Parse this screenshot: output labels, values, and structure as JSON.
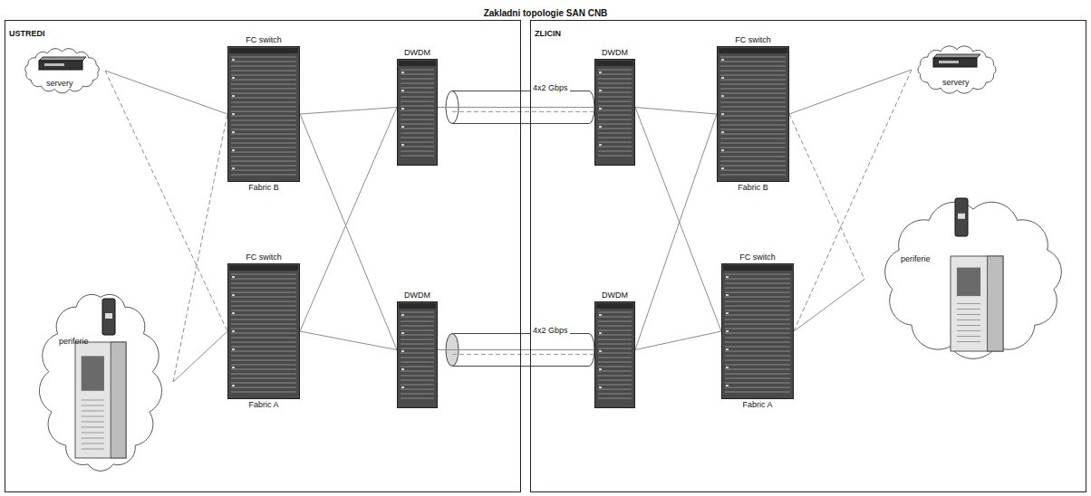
{
  "diagram": {
    "title": "Zakladni topologie SAN CNB",
    "nodes": [
      {
        "text": [
          "USTREDI"
        ]
      },
      {
        "text": [
          "servery"
        ],
        "in": 0
      },
      {
        "text": [
          "FC switch",
          "Fabric B"
        ],
        "in": 0
      },
      {
        "text": [
          "DWDM"
        ],
        "in": 0
      },
      {
        "text": [
          "periferie"
        ],
        "in": 0
      },
      {
        "text": [
          "FC switch",
          "Fabric A"
        ],
        "in": 0
      },
      {
        "text": [
          "DWDM"
        ],
        "in": 0
      },
      {
        "text": [
          "ZLICIN"
        ]
      },
      {
        "text": [
          "DWDM"
        ],
        "in": 7
      },
      {
        "text": [
          "FC switch",
          "Fabric B"
        ],
        "in": 7
      },
      {
        "text": [
          "servery"
        ],
        "in": 7
      },
      {
        "text": [
          "DWDM"
        ],
        "in": 7
      },
      {
        "text": [
          "FC switch",
          "Fabric A"
        ],
        "in": 7
      },
      {
        "text": [
          "periferie"
        ],
        "in": 7
      }
    ],
    "edges": [
      {
        "from": 1,
        "to": 2,
        "arrow": "none"
      },
      {
        "from": 1,
        "to": 5,
        "arrow": "none"
      },
      {
        "from": 4,
        "to": 2,
        "arrow": "none"
      },
      {
        "from": 4,
        "to": 5,
        "arrow": "none"
      },
      {
        "from": 2,
        "to": 3,
        "arrow": "none"
      },
      {
        "from": 2,
        "to": 6,
        "arrow": "none"
      },
      {
        "from": 5,
        "to": 3,
        "arrow": "none"
      },
      {
        "from": 5,
        "to": 6,
        "arrow": "none"
      },
      {
        "from": 3,
        "to": 8,
        "arrow": "none"
      },
      {
        "from": 6,
        "to": 11,
        "arrow": "none"
      },
      {
        "from": 8,
        "to": 9,
        "arrow": "none"
      },
      {
        "from": 8,
        "to": 12,
        "arrow": "none"
      },
      {
        "from": 11,
        "to": 9,
        "arrow": "none"
      },
      {
        "from": 11,
        "to": 12,
        "arrow": "none"
      },
      {
        "from": 9,
        "to": 10,
        "arrow": "none"
      },
      {
        "from": 9,
        "to": 13,
        "arrow": "none"
      },
      {
        "from": 12,
        "to": 10,
        "arrow": "none"
      },
      {
        "from": 12,
        "to": 13,
        "arrow": "none"
      }
    ],
    "labels": [
      "4x2 Gbps",
      "4x2 Gbps"
    ]
  }
}
